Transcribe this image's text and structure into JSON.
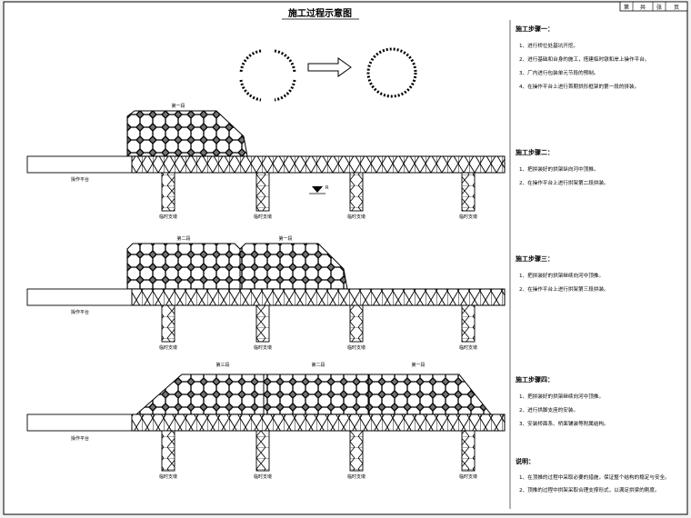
{
  "title": "施工过程示意图",
  "header": {
    "cell_a": "第",
    "cell_b": "张",
    "cell_c": "共",
    "cell_d": "页"
  },
  "labels": {
    "platform": "操作平台",
    "support": "临时支墩",
    "seg1": "第一段",
    "seg2": "第二段",
    "seg3": "第三段",
    "mark": "R"
  },
  "steps": [
    {
      "heading": "施工步骤一：",
      "items": [
        "1、进行桥位处基坑开挖。",
        "2、进行基础和台身的施工，搭建临时墩和岸上操作平台。",
        "3、厂内进行包装单元节段的预制。",
        "4、在操作平台上进行首期拱形框架的第一段的拼装。"
      ]
    },
    {
      "heading": "施工步骤二：",
      "items": [
        "1、把拼装好的拱架纵向河中顶推。",
        "2、在操作平台上进行拱架第二段拼装。"
      ]
    },
    {
      "heading": "施工步骤三：",
      "items": [
        "1、把拼装好的拱架继续向河中顶推。",
        "2、在操作平台上进行拱架第三段拼装。"
      ]
    },
    {
      "heading": "施工步骤四：",
      "items": [
        "1、把拼装好的拱架继续向河中顶推。",
        "2、进行拱脚支座的安装。",
        "3、安装桥面系、桥面铺装等附属结构。"
      ]
    }
  ],
  "notes": {
    "heading": "说明：",
    "items": [
      "1、在顶推的过程中采取必要的措施，保证整个结构的稳定与安全。",
      "2、顶推的过程中拱架采取合理支撑形式，以满足拱梁的刚度。"
    ]
  }
}
